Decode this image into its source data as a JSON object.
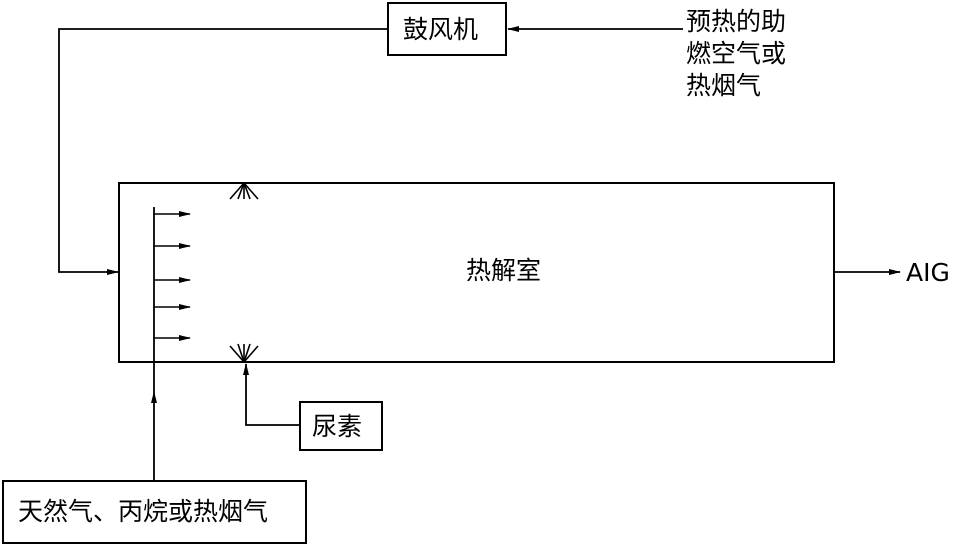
{
  "blower": {
    "label": "鼓风机"
  },
  "preheated_air": {
    "lines": [
      "预热的助",
      "燃空气或",
      "热烟气"
    ]
  },
  "chamber": {
    "label": "热解室"
  },
  "outlet": {
    "label": "AIG"
  },
  "urea": {
    "label": "尿素"
  },
  "fuel": {
    "label": "天然气、丙烷或热烟气"
  }
}
